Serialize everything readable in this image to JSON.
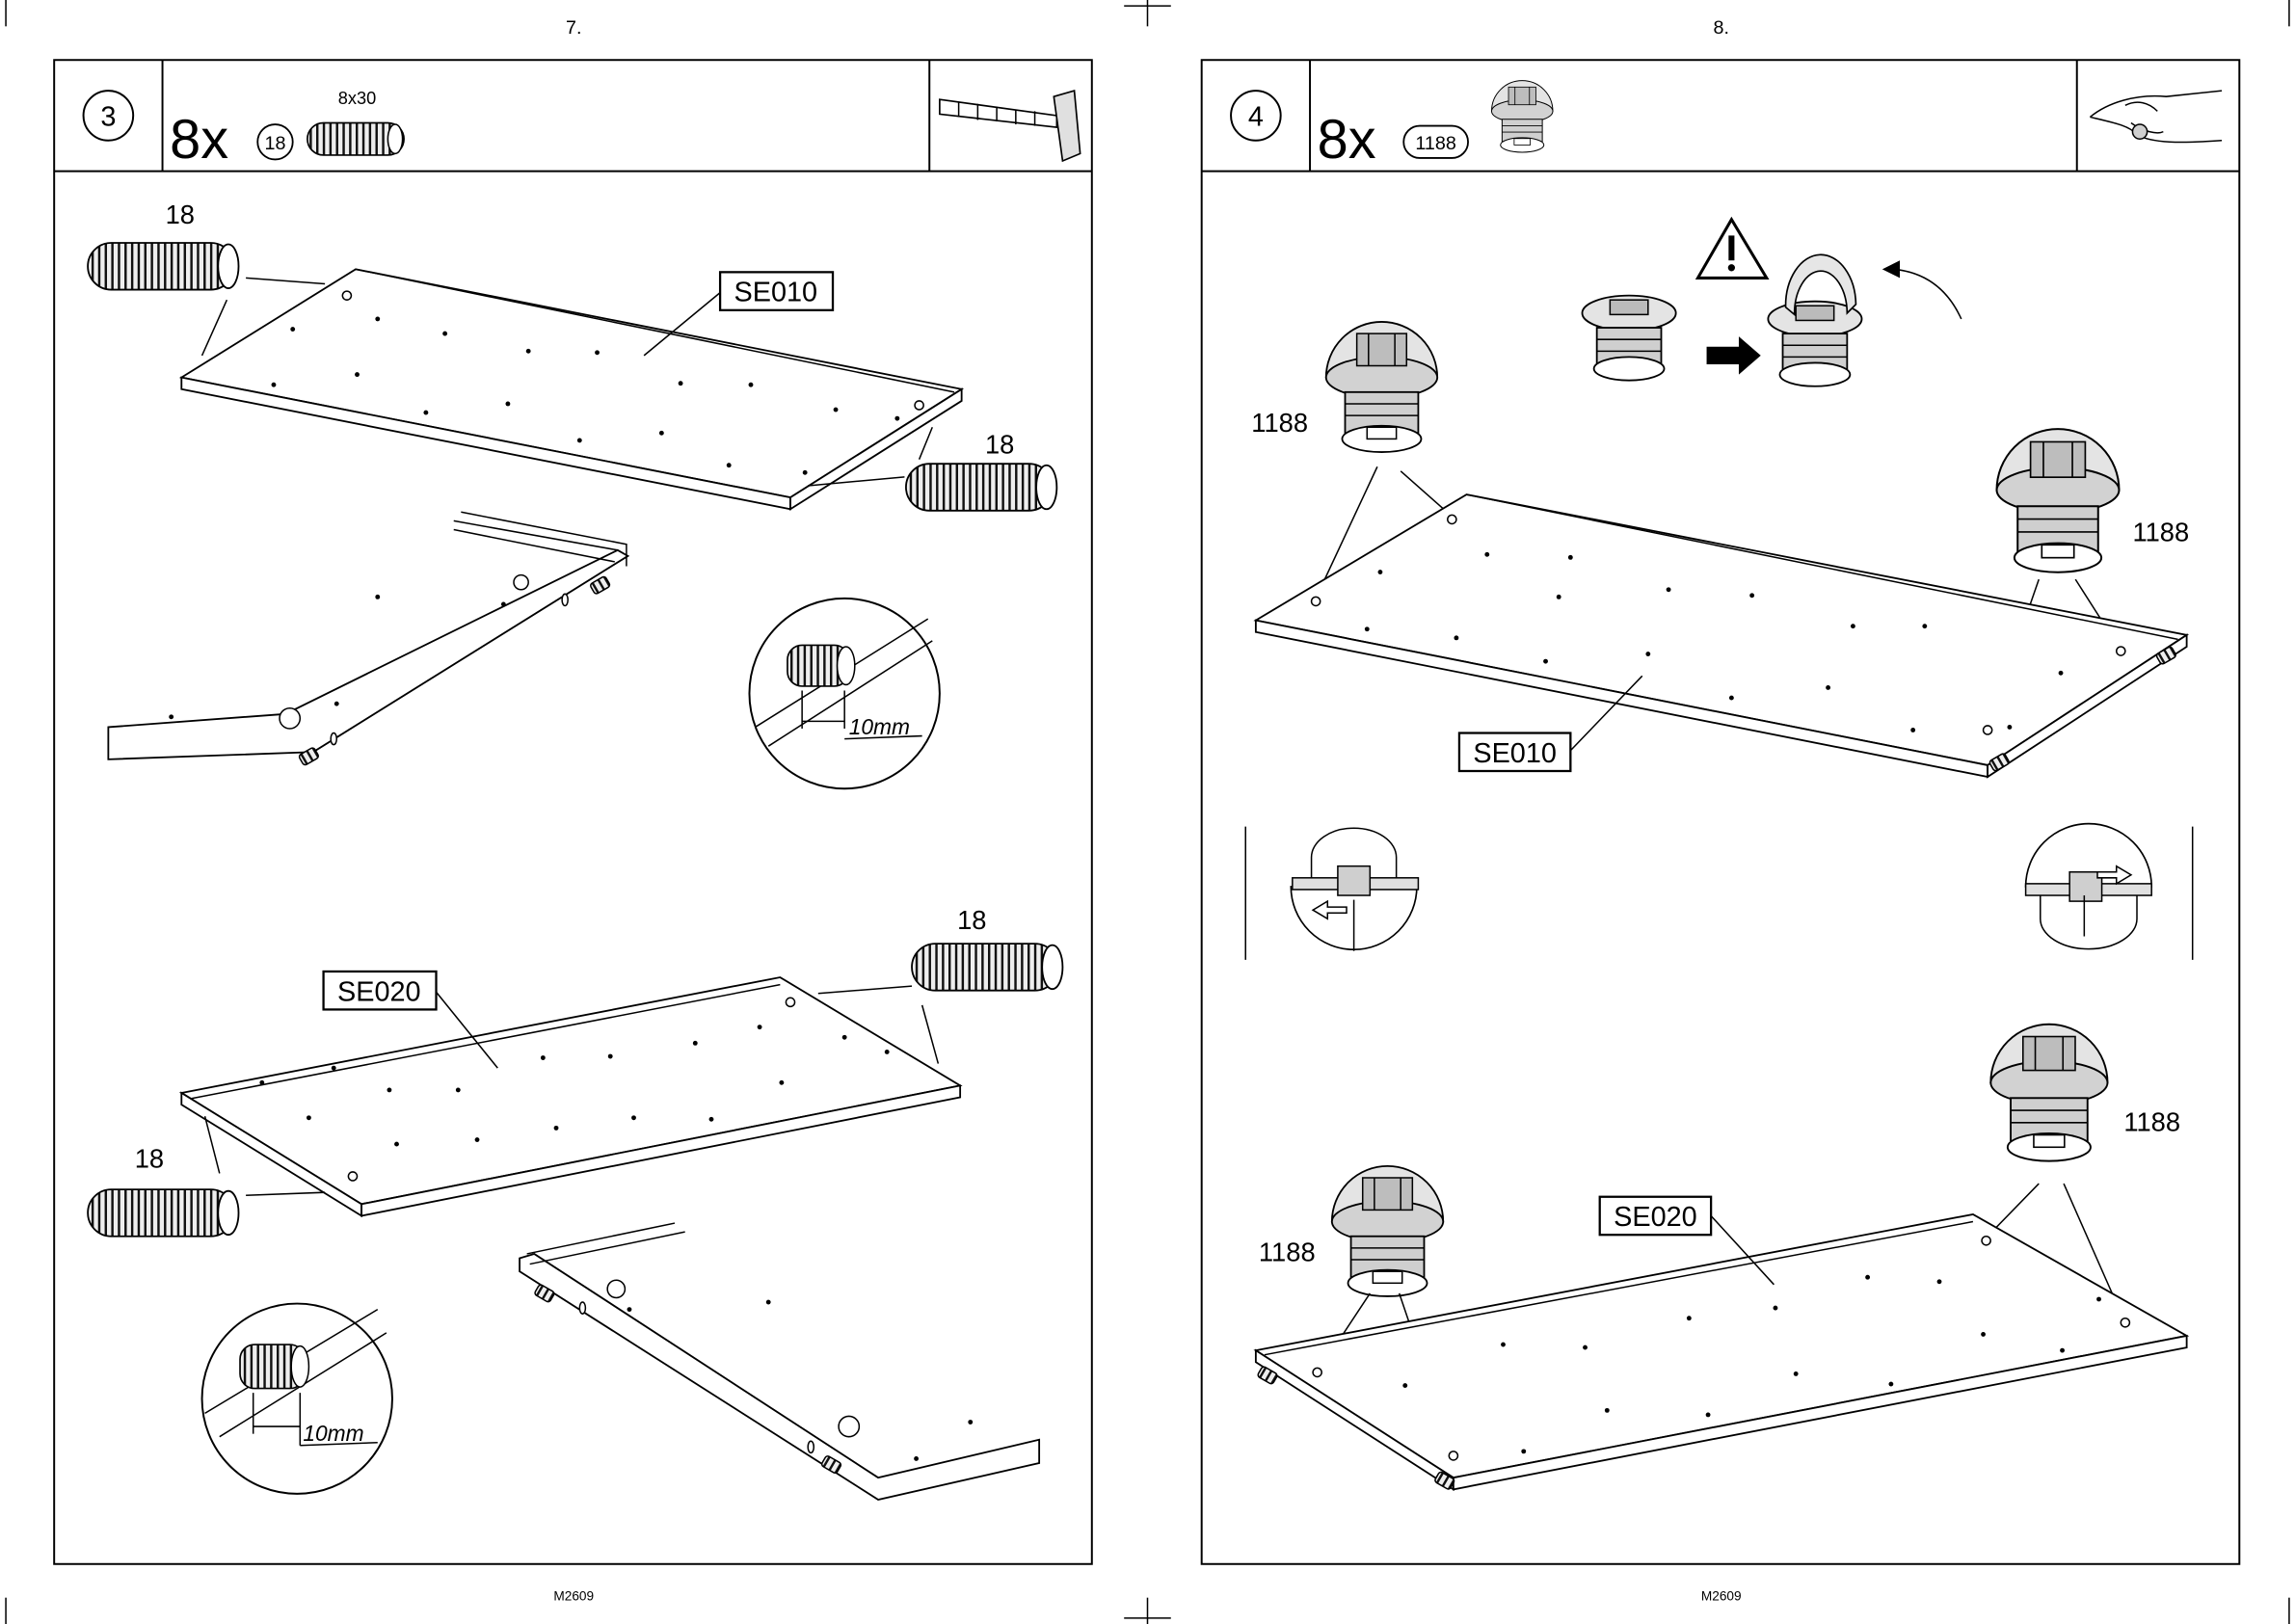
{
  "pages": [
    {
      "page_number": "7.",
      "footer_code": "M2609",
      "step": {
        "number": "3",
        "quantity": "8x",
        "part_badge": "18",
        "part_size": "8x30",
        "part_icon": "wooden-dowel-icon",
        "tool_icon": "hammer-icon"
      },
      "callouts": {
        "dowel_upper_left": "18",
        "dowel_upper_right": "18",
        "dowel_lower_right": "18",
        "dowel_lower_left": "18",
        "panel_upper": "SE010",
        "panel_lower": "SE020",
        "detail_upper_measure": "10mm",
        "detail_lower_measure": "10mm"
      }
    },
    {
      "page_number": "8.",
      "footer_code": "M2609",
      "step": {
        "number": "4",
        "quantity": "8x",
        "part_badge": "1188",
        "part_icon": "cam-lock-fitting-icon",
        "tool_icon": "hand-press-icon"
      },
      "callouts": {
        "cam_upper_left": "1188",
        "cam_upper_right": "1188",
        "cam_lower_left": "1188",
        "cam_lower_right": "1188",
        "panel_upper": "SE010",
        "panel_lower": "SE020"
      },
      "warning_icon": "warning-triangle-icon"
    }
  ]
}
